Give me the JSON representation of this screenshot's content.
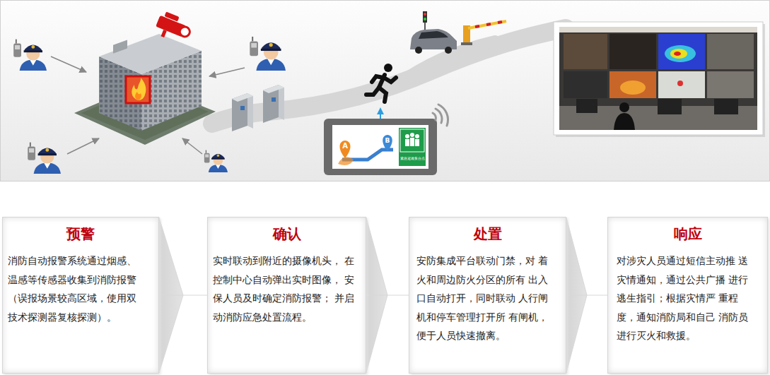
{
  "diagram": {
    "nodes": [
      {
        "text": [
          "预警",
          "消防自动报警系统通过烟感、 温感等传感器收集到消防报警 （误报场景较高区域，使用双 技术探测器复核探测）。"
        ]
      },
      {
        "text": [
          "确认",
          "实时联动到附近的摄像机头， 在控制中心自动弹出实时图像， 安保人员及时确定消防报警； 并启动消防应急处置流程。"
        ]
      },
      {
        "text": [
          "处置",
          "安防集成平台联动门禁，对 着火和周边防火分区的所有 出入口自动打开，同时联动 人行闸机和停车管理打开所 有闸机，便于人员快速撤离。"
        ]
      },
      {
        "text": [
          "响应",
          "对涉灾人员通过短信主动推 送灾情通知，通过公共广播 进行逃生指引；根据灾情严 重程度，通知消防局和自己 消防员进行灭火和救援。"
        ]
      }
    ],
    "edges": [
      {
        "from": 0,
        "to": 1,
        "arrow": "to"
      },
      {
        "from": 1,
        "to": 2,
        "arrow": "to"
      },
      {
        "from": 2,
        "to": 3,
        "arrow": "to"
      }
    ],
    "labels": [
      "A",
      "B",
      "紧急避难集合点"
    ]
  }
}
